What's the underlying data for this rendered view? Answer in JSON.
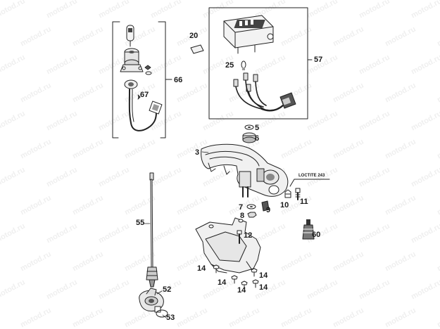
{
  "watermark": {
    "text": "motod.ru"
  },
  "callouts": {
    "c3": "3",
    "c5": "5",
    "c6": "6",
    "c7": "7",
    "c8": "8",
    "c9": "9",
    "c10": "10",
    "c11": "11",
    "c12": "12",
    "c14a": "14",
    "c14b": "14",
    "c14c": "14",
    "c14d": "14",
    "c14e": "14",
    "c20": "20",
    "c25": "25",
    "c52": "52",
    "c53": "53",
    "c55": "55",
    "c57": "57",
    "c60": "60",
    "c66": "66",
    "c67": "67"
  },
  "note": {
    "loctite": "LOCTITE 243"
  }
}
